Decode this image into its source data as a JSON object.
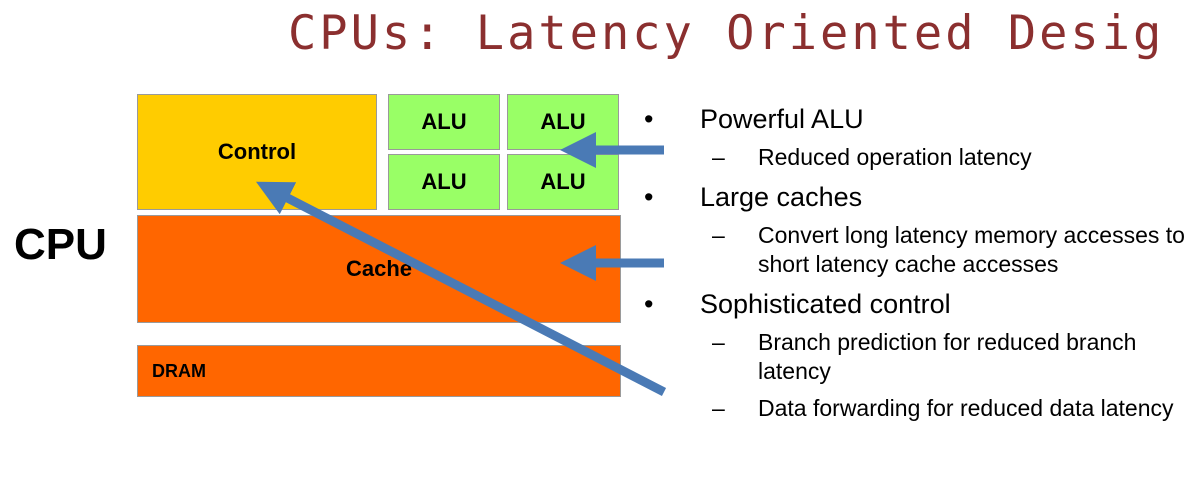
{
  "title": "CPUs: Latency Oriented Desig",
  "diagram": {
    "cpu_label": "CPU",
    "control": "Control",
    "alu_labels": [
      "ALU",
      "ALU",
      "ALU",
      "ALU"
    ],
    "cache": "Cache",
    "dram": "DRAM",
    "colors": {
      "control": "#ffcc00",
      "alu": "#99ff66",
      "cache": "#ff6600",
      "dram": "#ff6600",
      "arrow": "#4a7ab5",
      "title": "#8b2f2f"
    }
  },
  "bullets": [
    {
      "text": "Powerful ALU",
      "subs": [
        "Reduced operation latency"
      ]
    },
    {
      "text": "Large caches",
      "subs": [
        "Convert long latency memory accesses to short latency cache accesses"
      ]
    },
    {
      "text": "Sophisticated control",
      "subs": [
        "Branch prediction for reduced branch latency",
        "Data forwarding for reduced data latency"
      ]
    }
  ],
  "glyphs": {
    "bullet": "•",
    "dash": "–"
  }
}
